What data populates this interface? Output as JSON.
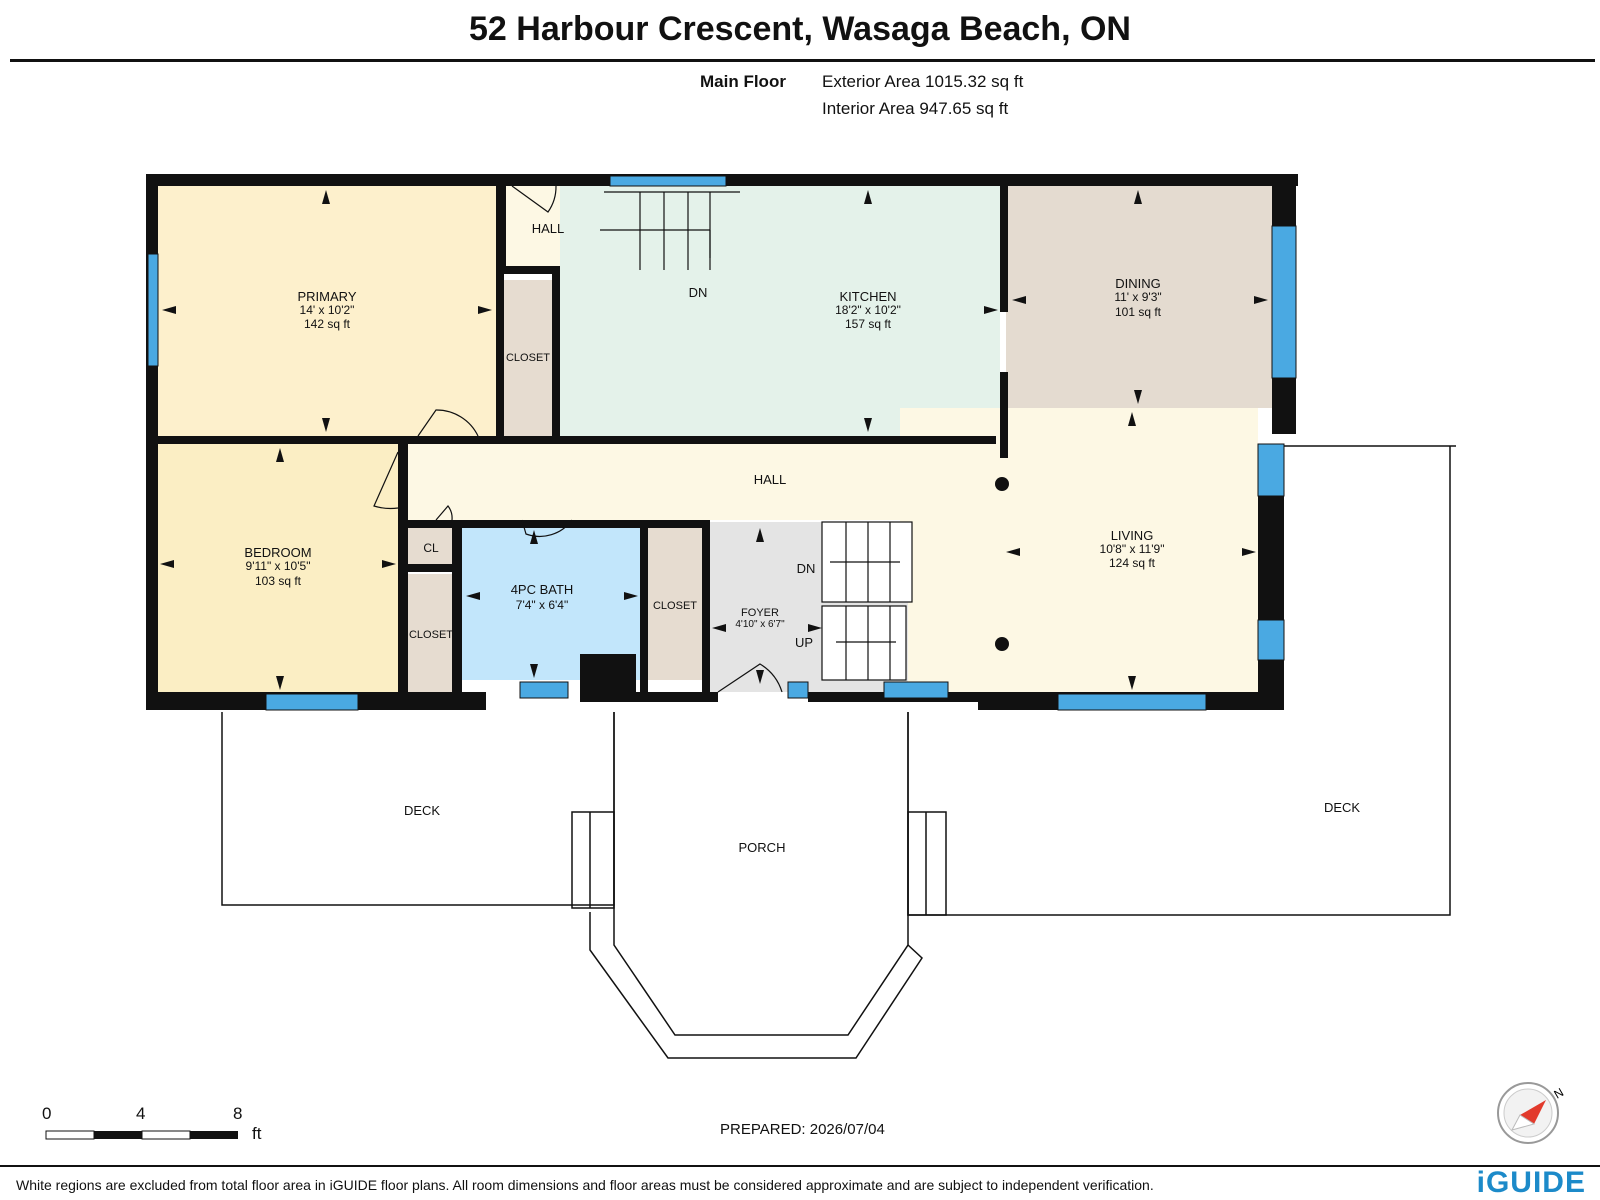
{
  "title": "52 Harbour Crescent, Wasaga Beach, ON",
  "floor": {
    "name": "Main Floor",
    "exterior_area": "Exterior Area 1015.32 sq ft",
    "interior_area": "Interior Area 947.65 sq ft"
  },
  "rooms": {
    "primary": {
      "name": "PRIMARY",
      "dims": "14' x 10'2\"",
      "area": "142 sq ft"
    },
    "kitchen": {
      "name": "KITCHEN",
      "dims": "18'2\" x 10'2\"",
      "area": "157 sq ft"
    },
    "dining": {
      "name": "DINING",
      "dims": "11' x 9'3\"",
      "area": "101 sq ft"
    },
    "bedroom": {
      "name": "BEDROOM",
      "dims": "9'11\" x 10'5\"",
      "area": "103 sq ft"
    },
    "bath": {
      "name": "4PC BATH",
      "dims": "7'4\" x 6'4\""
    },
    "foyer": {
      "name": "FOYER",
      "dims": "4'10\" x 6'7\""
    },
    "living": {
      "name": "LIVING",
      "dims": "10'8\" x 11'9\"",
      "area": "124 sq ft"
    }
  },
  "labels": {
    "hall_top": "HALL",
    "hall_main": "HALL",
    "closet_1": "CLOSET",
    "closet_2": "CLOSET",
    "closet_3": "CLOSET",
    "cl": "CL",
    "stairs_down_1": "DN",
    "stairs_down_2": "DN",
    "stairs_up": "UP",
    "deck_left": "DECK",
    "deck_right": "DECK",
    "porch": "PORCH"
  },
  "scale": {
    "ticks": [
      "0",
      "4",
      "8"
    ],
    "unit": "ft"
  },
  "prepared": "PREPARED: 2026/07/04",
  "disclaimer": "White regions are excluded from total floor area in iGUIDE floor plans. All room dimensions and floor areas must be considered approximate and are subject to independent verification.",
  "brand": "iGUIDE",
  "compass_label": "N",
  "colors": {
    "primary": "#fdf0cc",
    "kitchen": "#e4f2ea",
    "dining": "#e4dbd0",
    "bedroom": "#fbeec4",
    "hall": "#fdf8e4",
    "bath": "#c2e6fb",
    "foyer": "#e4e4e4",
    "closet": "#e6dcd0",
    "window": "#4aa9e2",
    "wall": "#111111",
    "brand": "#1c8ac9"
  }
}
